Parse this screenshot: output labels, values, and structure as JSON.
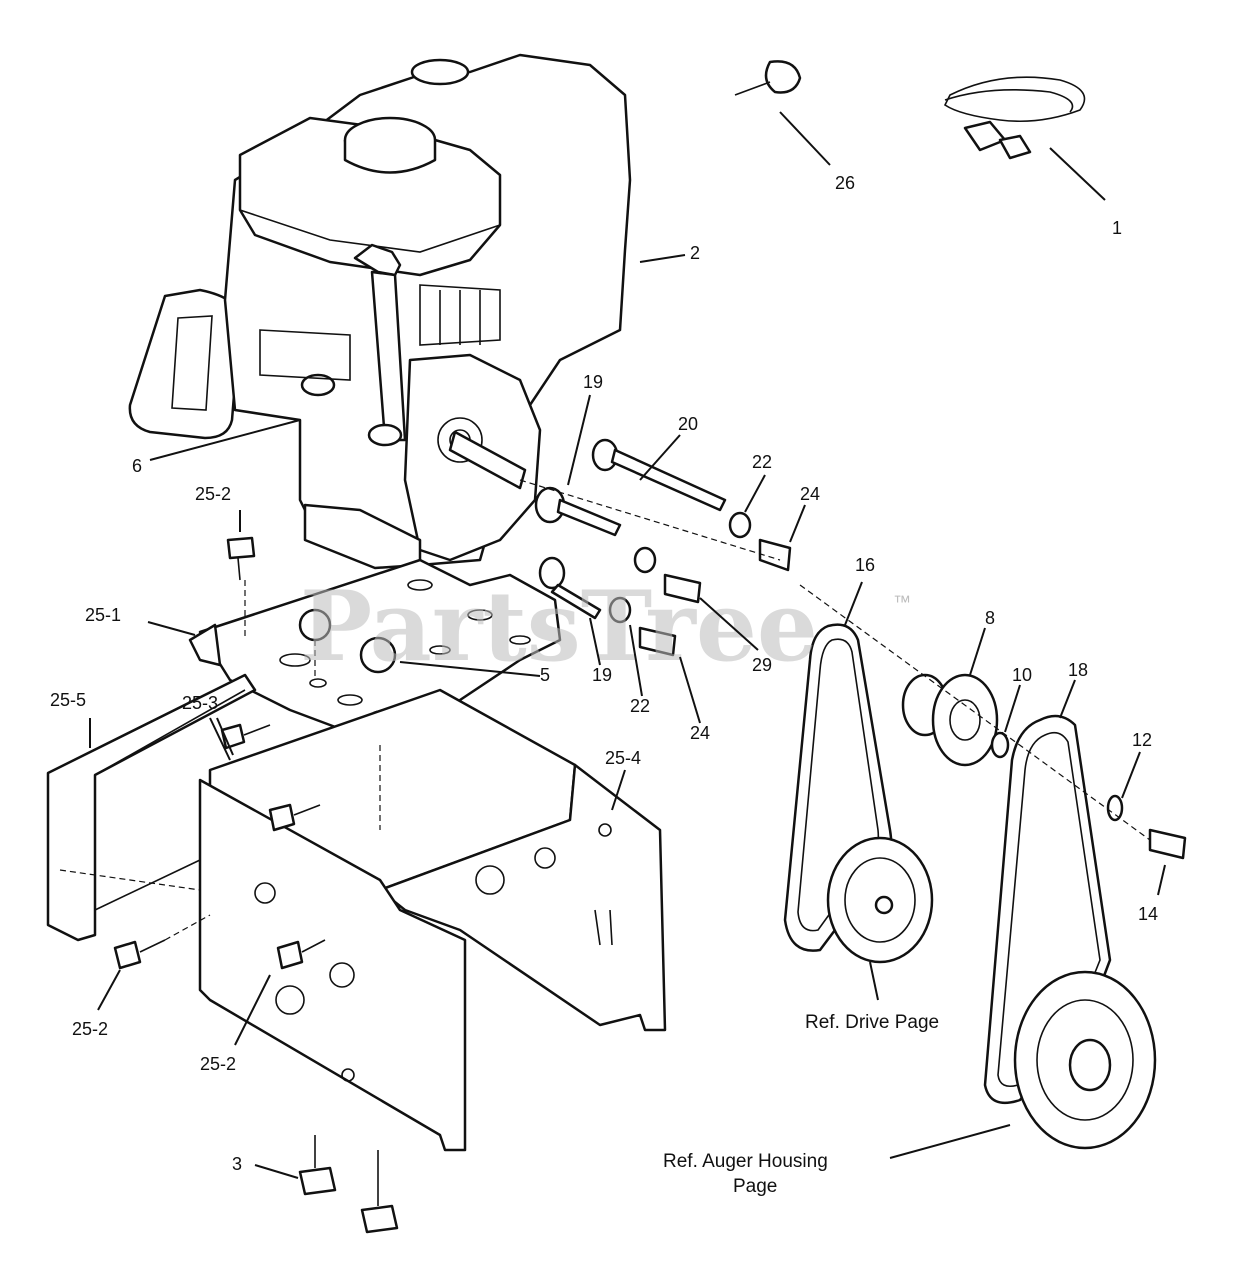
{
  "watermark": {
    "text": "PartsTree",
    "trademark": "™"
  },
  "labels": {
    "l1": "1",
    "l2": "2",
    "l3": "3",
    "l5": "5",
    "l6": "6",
    "l8": "8",
    "l10": "10",
    "l12": "12",
    "l14": "14",
    "l16": "16",
    "l18": "18",
    "l19a": "19",
    "l19b": "19",
    "l20": "20",
    "l22a": "22",
    "l22b": "22",
    "l24a": "24",
    "l24b": "24",
    "l26": "26",
    "l29": "29",
    "l25_1": "25-1",
    "l25_2a": "25-2",
    "l25_2b": "25-2",
    "l25_2c": "25-2",
    "l25_3": "25-3",
    "l25_4": "25-4",
    "l25_5": "25-5"
  },
  "refs": {
    "drive": "Ref. Drive Page",
    "auger_line1": "Ref. Auger Housing",
    "auger_line2": "Page"
  }
}
